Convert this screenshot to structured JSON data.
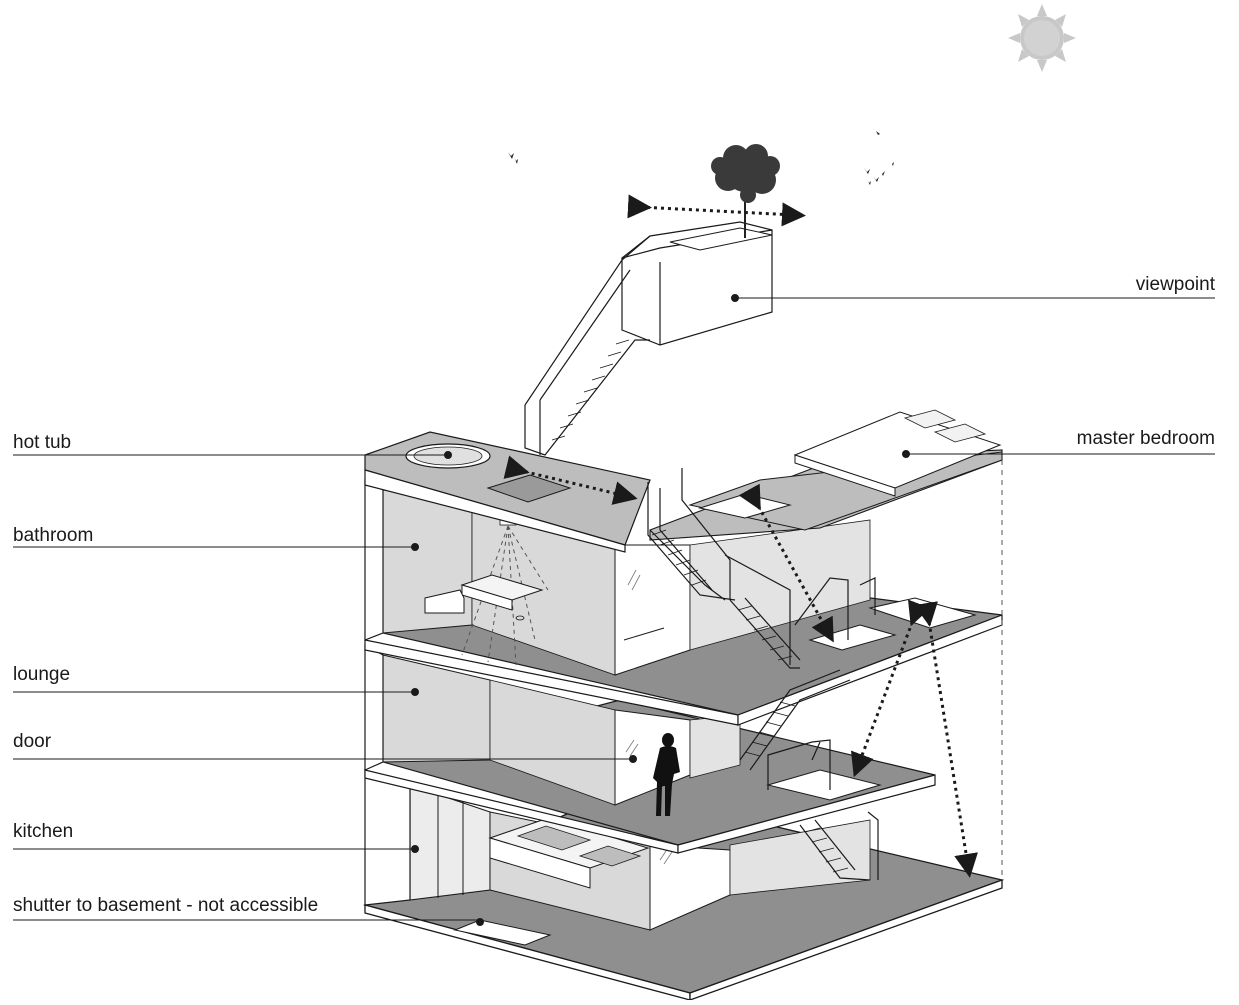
{
  "diagram": {
    "labels": {
      "hot_tub": "hot tub",
      "bathroom": "bathroom",
      "lounge": "lounge",
      "door": "door",
      "kitchen": "kitchen",
      "shutter": "shutter to basement - not accessible",
      "viewpoint": "viewpoint",
      "master_bedroom": "master bedroom"
    },
    "colors": {
      "wall_fill": "#d9d9d9",
      "floor_fill": "#8f8f8f",
      "top_fill": "#bdbdbd",
      "white": "#ffffff",
      "line": "#1a1a1a",
      "sun": "#c8c8c8"
    },
    "icons": [
      "sun-icon",
      "tree-icon",
      "bird-icon",
      "person-icon"
    ]
  }
}
